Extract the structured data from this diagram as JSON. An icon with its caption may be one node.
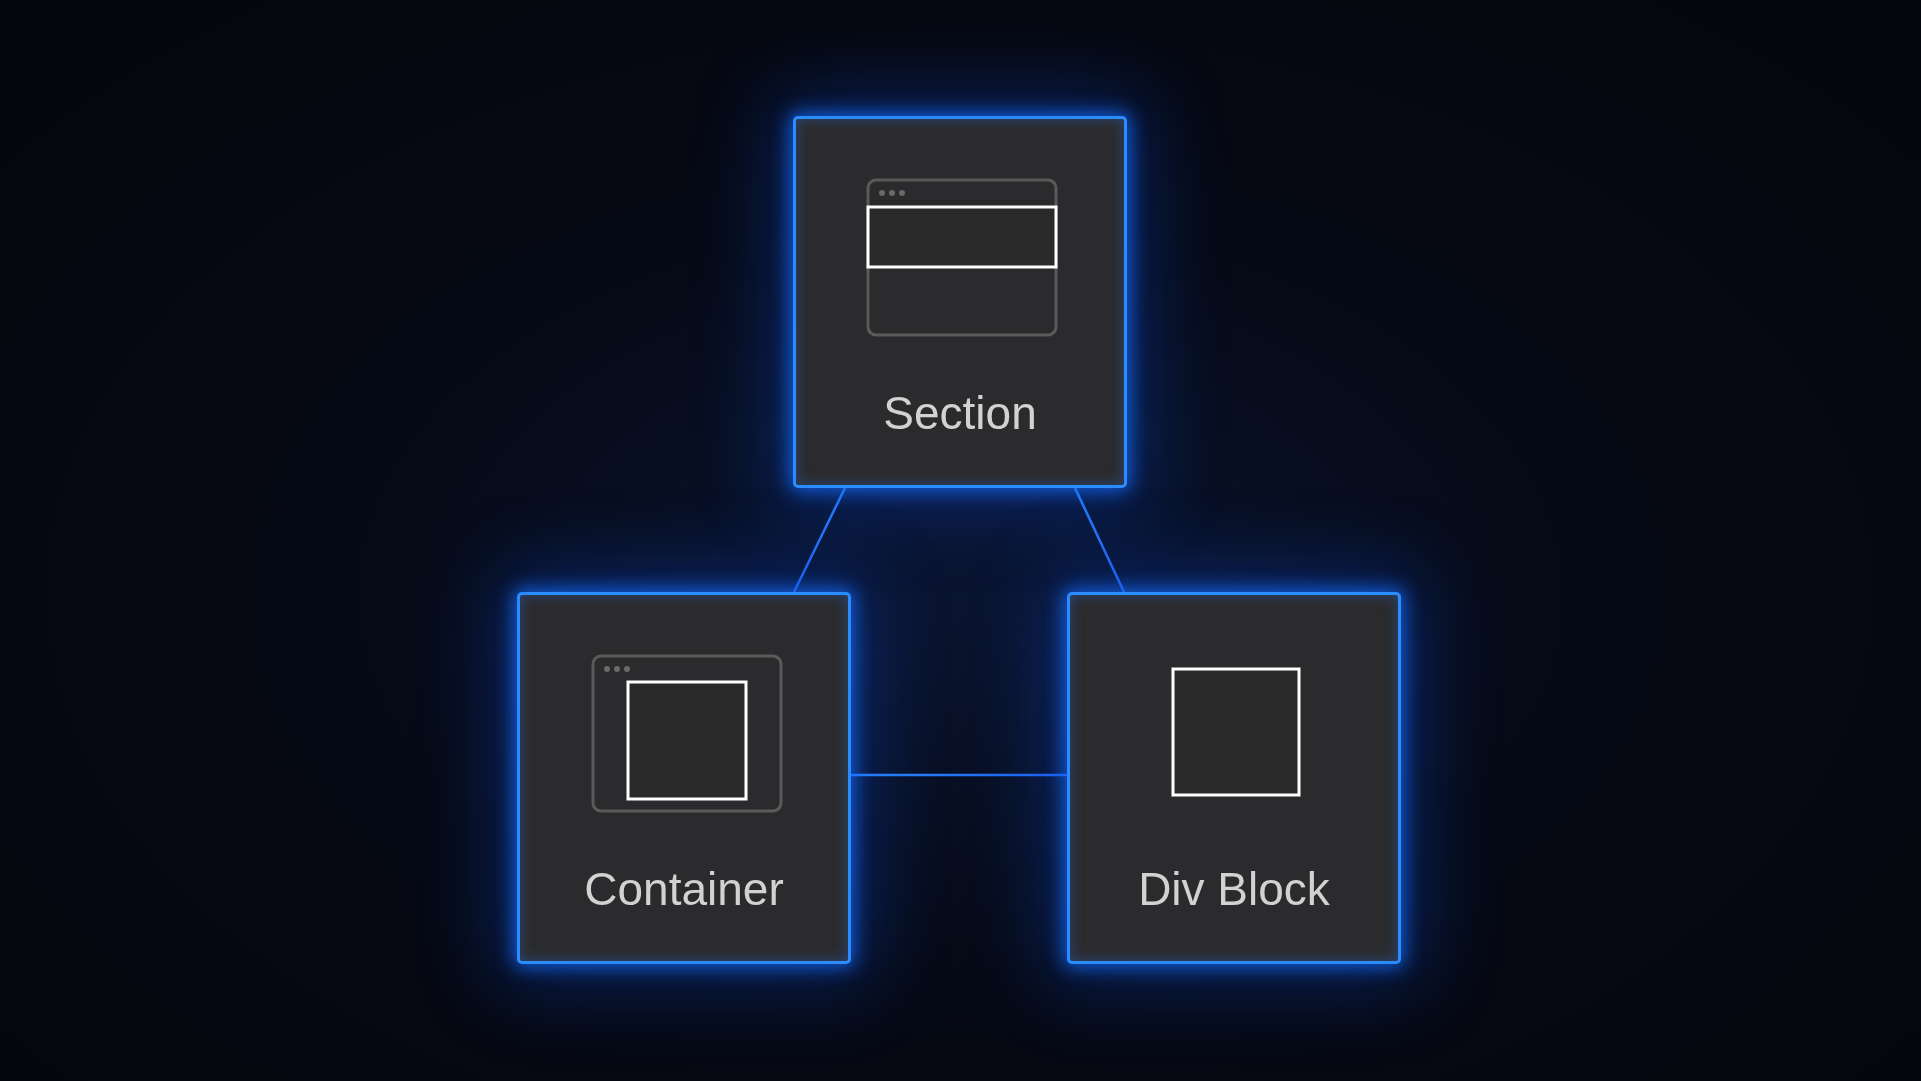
{
  "diagram": {
    "nodes": [
      {
        "text": [
          "Section"
        ]
      },
      {
        "text": [
          "Container"
        ]
      },
      {
        "text": [
          "Div Block"
        ]
      }
    ],
    "edges": [
      {
        "from": 0,
        "to": 1,
        "arrow": "none"
      },
      {
        "from": 0,
        "to": 2,
        "arrow": "none"
      },
      {
        "from": 1,
        "to": 2,
        "arrow": "none"
      }
    ]
  }
}
